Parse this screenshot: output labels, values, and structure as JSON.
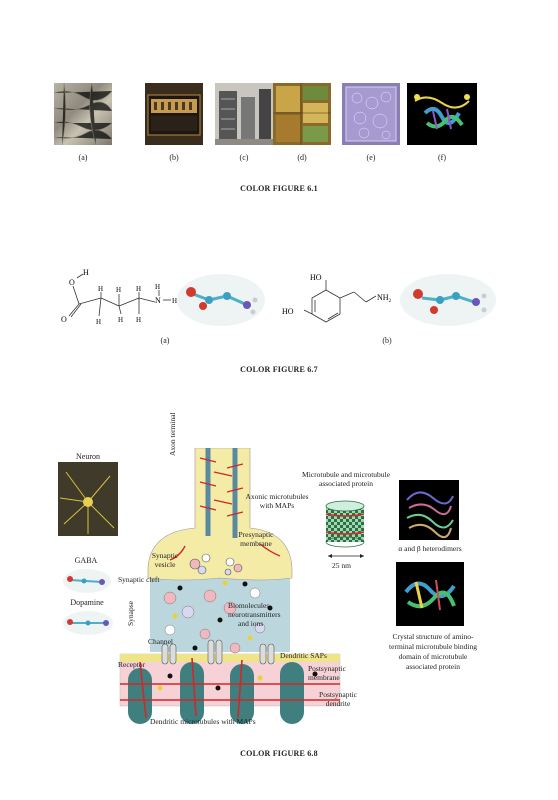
{
  "figure_6_1": {
    "panel_labels": [
      "(a)",
      "(b)",
      "(c)",
      "(d)",
      "(e)",
      "(f)"
    ],
    "caption": "COLOR FIGURE 6.1"
  },
  "figure_6_7": {
    "panel_labels": [
      "(a)",
      "(b)"
    ],
    "gaba_atoms": {
      "o1": "O",
      "o2": "O",
      "h_oh": "H",
      "n": "N",
      "h1": "H",
      "h2": "H",
      "h3": "H",
      "h4": "H",
      "h5": "H",
      "h6": "H",
      "h_n1": "H",
      "h_n2": "H"
    },
    "dopamine_atoms": {
      "ho1": "HO",
      "ho2": "HO",
      "nh2": "NH",
      "nh2_sub": "2"
    },
    "caption": "COLOR FIGURE 6.7"
  },
  "figure_6_8": {
    "labels": {
      "neuron": "Neuron",
      "axon_terminal": "Axon terminal",
      "axonic_mt": "Axonic microtubules",
      "axonic_mt2": "with MAPs",
      "presynaptic": "Presynaptic",
      "presynaptic2": "membrane",
      "synaptic_vesicle": "Synaptic",
      "synaptic_vesicle2": "vesicle",
      "synaptic_cleft": "Synaptic cleft",
      "gaba": "GABA",
      "dopamine": "Dopamine",
      "synapse": "Synapse",
      "biomolecules": "Biomolecules,",
      "biomolecules2": "neurotransmitters",
      "biomolecules3": "and ions",
      "channel": "Channel",
      "receptor": "Receptor",
      "dendritic_saps": "Dendritic SAPs",
      "postsynaptic": "Postsynaptic",
      "postsynaptic2": "membrane",
      "postsynaptic_dendrite": "Postsynaptic",
      "postsynaptic_dendrite2": "dendrite",
      "dendritic_mt": "Dendritic microtubules with MAPs",
      "mt_title": "Microtubule and microtubule",
      "mt_title2": "associated protein",
      "scale": "25 nm",
      "heterodimers": "α and β heterodimers",
      "crystal1": "Crystal structure of amino-",
      "crystal2": "terminal microtubule binding",
      "crystal3": "domain of microtubule",
      "crystal4": "associated protein"
    },
    "caption": "COLOR FIGURE 6.8"
  }
}
